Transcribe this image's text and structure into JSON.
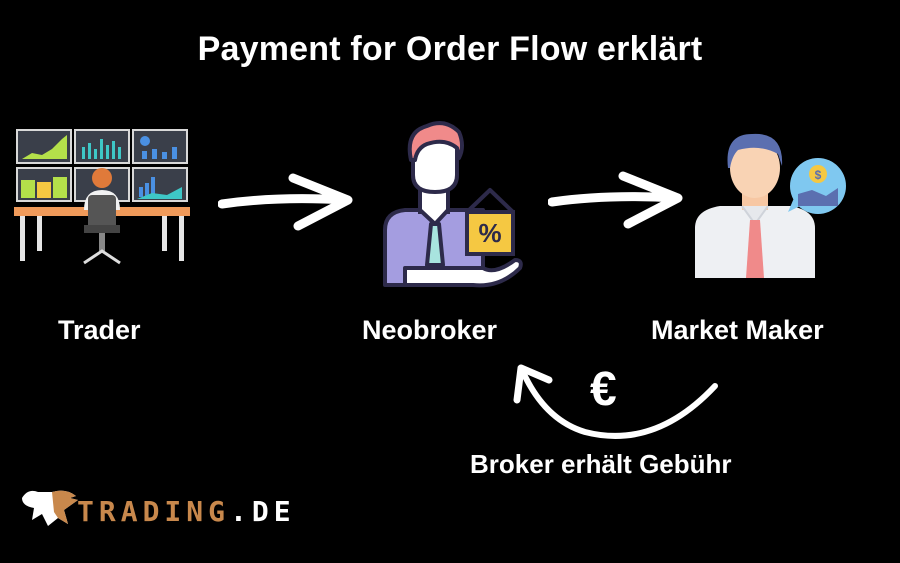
{
  "title": "Payment for Order Flow erklärt",
  "nodes": [
    {
      "id": "trader",
      "label": "Trader",
      "icon": "trader-desk-monitors-icon"
    },
    {
      "id": "neobroker",
      "label": "Neobroker",
      "icon": "broker-percent-sign-icon"
    },
    {
      "id": "market_maker",
      "label": "Market Maker",
      "icon": "businessman-chart-bubble-icon"
    }
  ],
  "flows": [
    {
      "from": "trader",
      "to": "neobroker",
      "icon": "arrow-right-icon"
    },
    {
      "from": "neobroker",
      "to": "market_maker",
      "icon": "arrow-right-icon"
    },
    {
      "from": "market_maker",
      "to": "neobroker",
      "icon": "curved-arrow-back-icon",
      "symbol": "€",
      "label": "Broker erhält Gebühr"
    }
  ],
  "logo": {
    "part1": "TRADING",
    "part2": ".DE",
    "accent": "#c8884c"
  },
  "colors": {
    "background": "#000000",
    "text": "#ffffff",
    "broker_shirt": "#a49de0",
    "percent_sign": "#f5c842",
    "mm_hair": "#5b6fb0",
    "mm_tie": "#f08a8a"
  }
}
